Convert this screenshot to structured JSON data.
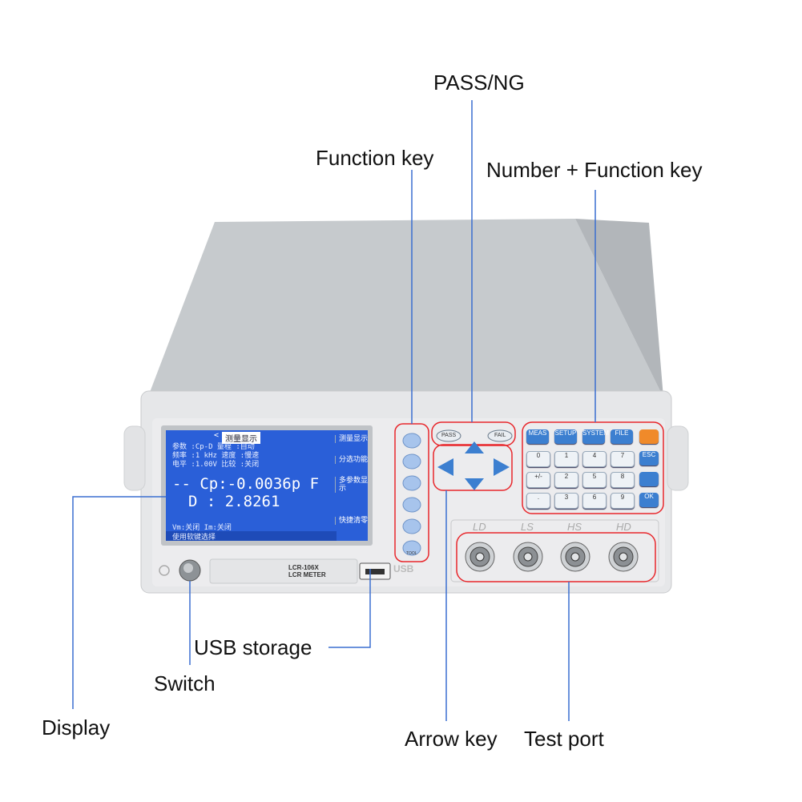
{
  "callouts": {
    "pass_ng": "PASS/NG",
    "function_key": "Function key",
    "number_function_key": "Number + Function key",
    "usb_storage": "USB storage",
    "switch": "Switch",
    "display": "Display",
    "arrow_key": "Arrow key",
    "test_port": "Test port"
  },
  "screen": {
    "tab": "测量显示",
    "tab_arrows": "<          >",
    "rows": [
      "参数 :Cp-D    量程 :自动",
      "频率 :1 kHz   速度 :慢速",
      "电平 :1.00V   比较 :关闭"
    ],
    "reading_primary": "--  Cp:-0.0036p F",
    "reading_secondary": "D : 2.8261",
    "footer": "Vm:关闭          Im:关闭",
    "hint": "使用软键选择",
    "side_menu": [
      "测量显示",
      "分选功能",
      "多参数显示",
      "快捷清零"
    ]
  },
  "device": {
    "model_line1": "LCR-106X",
    "model_line2": "LCR METER",
    "usb_label": "USB",
    "pass_label": "PASS",
    "fail_label": "FAIL",
    "tool_label": "TOOL",
    "ports": [
      "LD",
      "LS",
      "HS",
      "HD"
    ],
    "keys_row1": [
      "MEAS",
      "SETUP",
      "SYSTEM",
      "FILE",
      ""
    ],
    "keys_row2": [
      "0",
      "1",
      "4",
      "7",
      "ESC"
    ],
    "keys_row3": [
      "+/-",
      "2",
      "5",
      "8",
      ""
    ],
    "keys_row4": [
      ".",
      "3",
      "6",
      "9",
      "OK"
    ]
  },
  "colors": {
    "annotation": "#e8262b",
    "leader": "#3a6ed0",
    "lcd": "#2a5fd8",
    "key_blue": "#3c7fd0",
    "housing": "#c9cdd1"
  }
}
